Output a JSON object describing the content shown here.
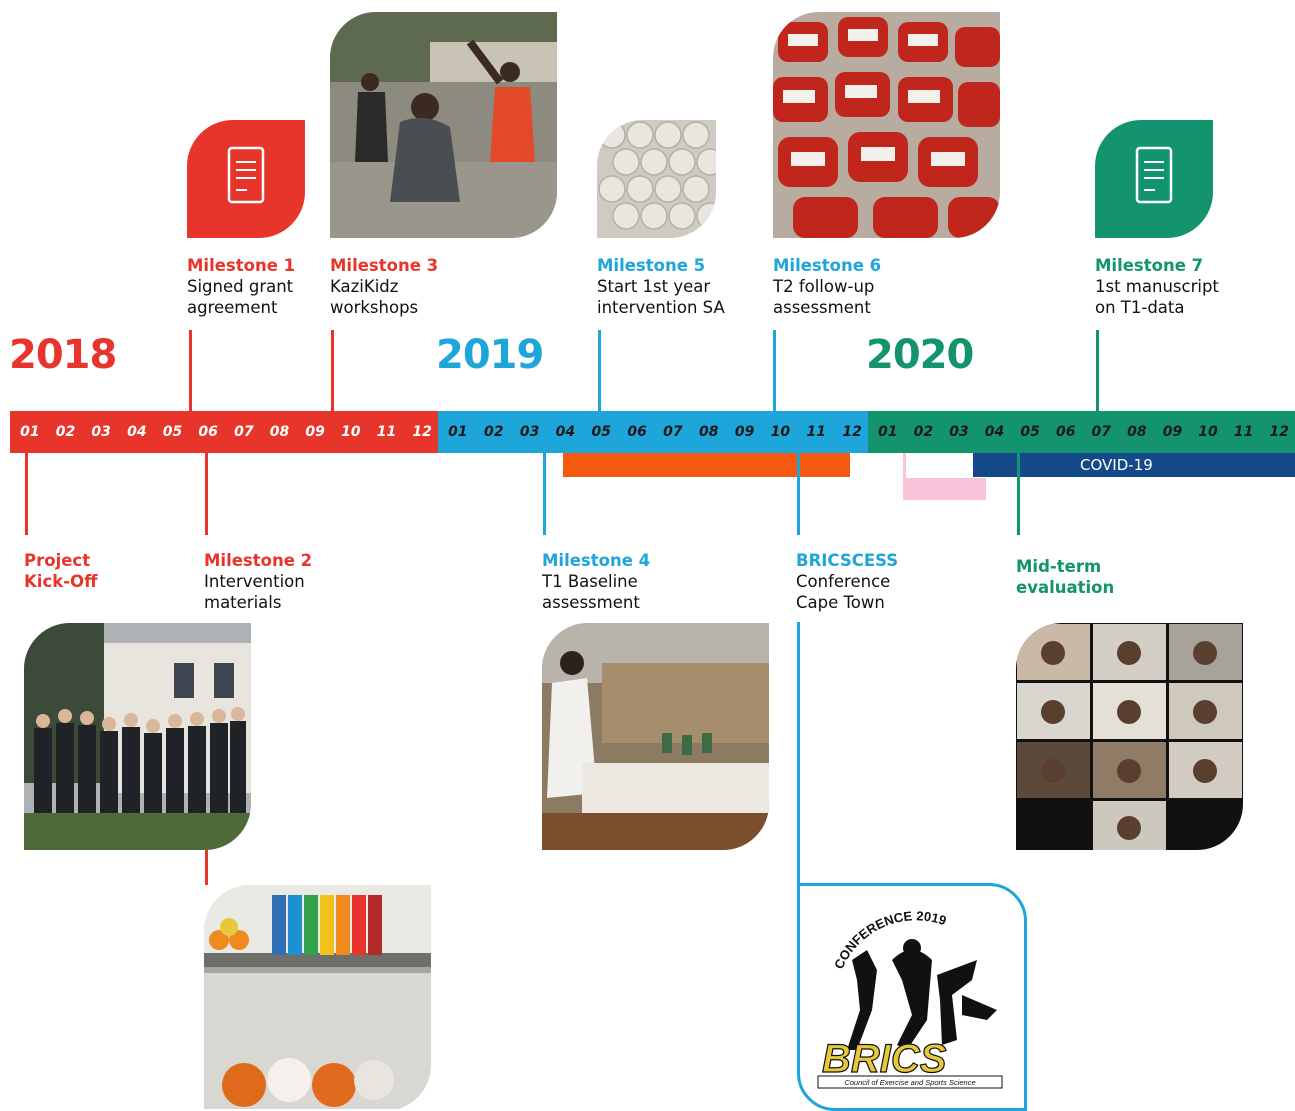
{
  "years": [
    {
      "label": "2018",
      "color": "#e8352b"
    },
    {
      "label": "2019",
      "color": "#1ea5d9"
    },
    {
      "label": "2020",
      "color": "#13946e"
    }
  ],
  "months": [
    "01",
    "02",
    "03",
    "04",
    "05",
    "06",
    "07",
    "08",
    "09",
    "10",
    "11",
    "12"
  ],
  "milestones": {
    "m1": {
      "title": "Milestone 1",
      "line1": "Signed grant",
      "line2": "agreement"
    },
    "m3": {
      "title": "Milestone 3",
      "line1": "KaziKidz",
      "line2": "workshops"
    },
    "m5": {
      "title": "Milestone 5",
      "line1": "Start 1st year",
      "line2": "intervention SA"
    },
    "m6": {
      "title": "Milestone 6",
      "line1": "T2 follow-up",
      "line2": "assessment"
    },
    "m7": {
      "title": "Milestone 7",
      "line1": "1st manuscript",
      "line2": "on T1-data"
    },
    "kickoff": {
      "title_line1": "Project",
      "title_line2": "Kick-Off"
    },
    "m2": {
      "title": "Milestone 2",
      "line1": "Intervention",
      "line2": "materials"
    },
    "m4": {
      "title": "Milestone 4",
      "line1": "T1 Baseline",
      "line2": "assessment"
    },
    "brics": {
      "title": "BRICSCESS",
      "line1": "Conference",
      "line2": "Cape Town"
    },
    "midterm": {
      "title_line1": "Mid-term",
      "title_line2": "evaluation"
    }
  },
  "covid_label": "COVID-19",
  "logo": {
    "arc_text": "CONFERENCE 2019",
    "word": "BRICS",
    "caption": "Council of Exercise and Sports Science"
  },
  "colors": {
    "red": "#e8352b",
    "blue": "#1ea5d9",
    "green": "#13946e",
    "orange": "#f45a0f",
    "pink": "#f9c4d9",
    "navy": "#144a8a"
  },
  "icons": [
    "document-icon",
    "document-icon"
  ]
}
